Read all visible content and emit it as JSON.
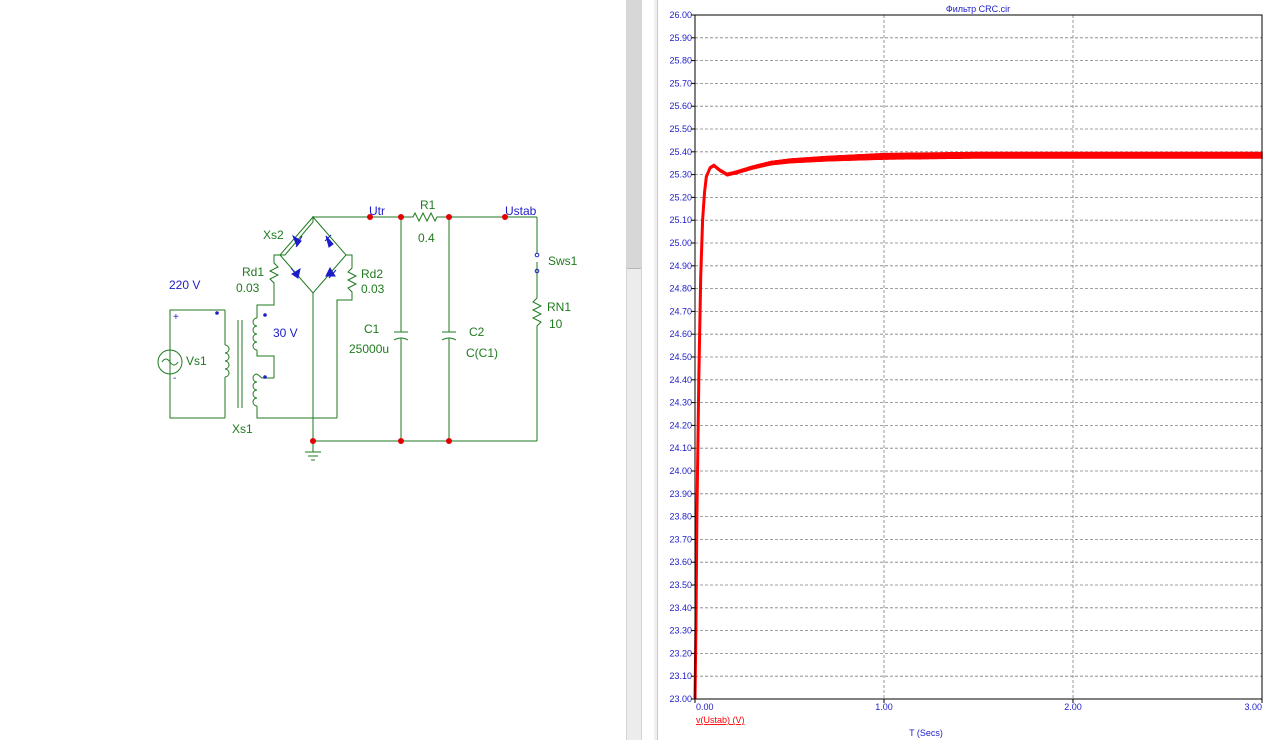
{
  "schematic": {
    "source_voltage": "220 V",
    "source_name": "Vs1",
    "plus_sign": "+",
    "minus_sign": "-",
    "transformer": "Xs1",
    "secondary_voltage": "30 V",
    "bridge": "Xs2",
    "rd1_name": "Rd1",
    "rd1_value": "0.03",
    "rd2_name": "Rd2",
    "rd2_value": "0.03",
    "node_utr": "Utr",
    "node_ustab": "Ustab",
    "r1_name": "R1",
    "r1_value": "0.4",
    "c1_name": "C1",
    "c1_value": "25000u",
    "c2_name": "C2",
    "c2_value": "C(C1)",
    "switch_name": "Sws1",
    "load_name": "RN1",
    "load_value": "10"
  },
  "graph": {
    "title": "Фильтр CRC.cir",
    "x_axis_title": "T (Secs)",
    "legend_label": "v(Ustab) (V)",
    "trace_color": "#ff0000",
    "grid_color": "#808080",
    "label_color": "#1c1cc8"
  },
  "chart_data": {
    "type": "line",
    "title": "Фильтр CRC.cir",
    "xlabel": "T (Secs)",
    "ylabel": "",
    "xlim": [
      0,
      3
    ],
    "ylim": [
      23.0,
      26.0
    ],
    "x_ticks": [
      "0.00",
      "1.00",
      "2.00",
      "3.00"
    ],
    "y_ticks": [
      "23.00",
      "23.10",
      "23.20",
      "23.30",
      "23.40",
      "23.50",
      "23.60",
      "23.70",
      "23.80",
      "23.90",
      "24.00",
      "24.10",
      "24.20",
      "24.30",
      "24.40",
      "24.50",
      "24.60",
      "24.70",
      "24.80",
      "24.90",
      "25.00",
      "25.10",
      "25.20",
      "25.30",
      "25.40",
      "25.50",
      "25.60",
      "25.70",
      "25.80",
      "25.90",
      "26.00"
    ],
    "grid": true,
    "series": [
      {
        "name": "v(Ustab) (V)",
        "color": "#ff0000",
        "x": [
          0.0,
          0.005,
          0.01,
          0.02,
          0.03,
          0.04,
          0.05,
          0.06,
          0.08,
          0.1,
          0.13,
          0.17,
          0.22,
          0.3,
          0.4,
          0.5,
          0.7,
          1.0,
          1.5,
          2.0,
          2.5,
          3.0
        ],
        "y": [
          23.0,
          23.3,
          23.8,
          24.4,
          24.85,
          25.1,
          25.22,
          25.29,
          25.33,
          25.34,
          25.32,
          25.3,
          25.31,
          25.33,
          25.35,
          25.36,
          25.37,
          25.38,
          25.385,
          25.385,
          25.385,
          25.385
        ]
      }
    ]
  }
}
